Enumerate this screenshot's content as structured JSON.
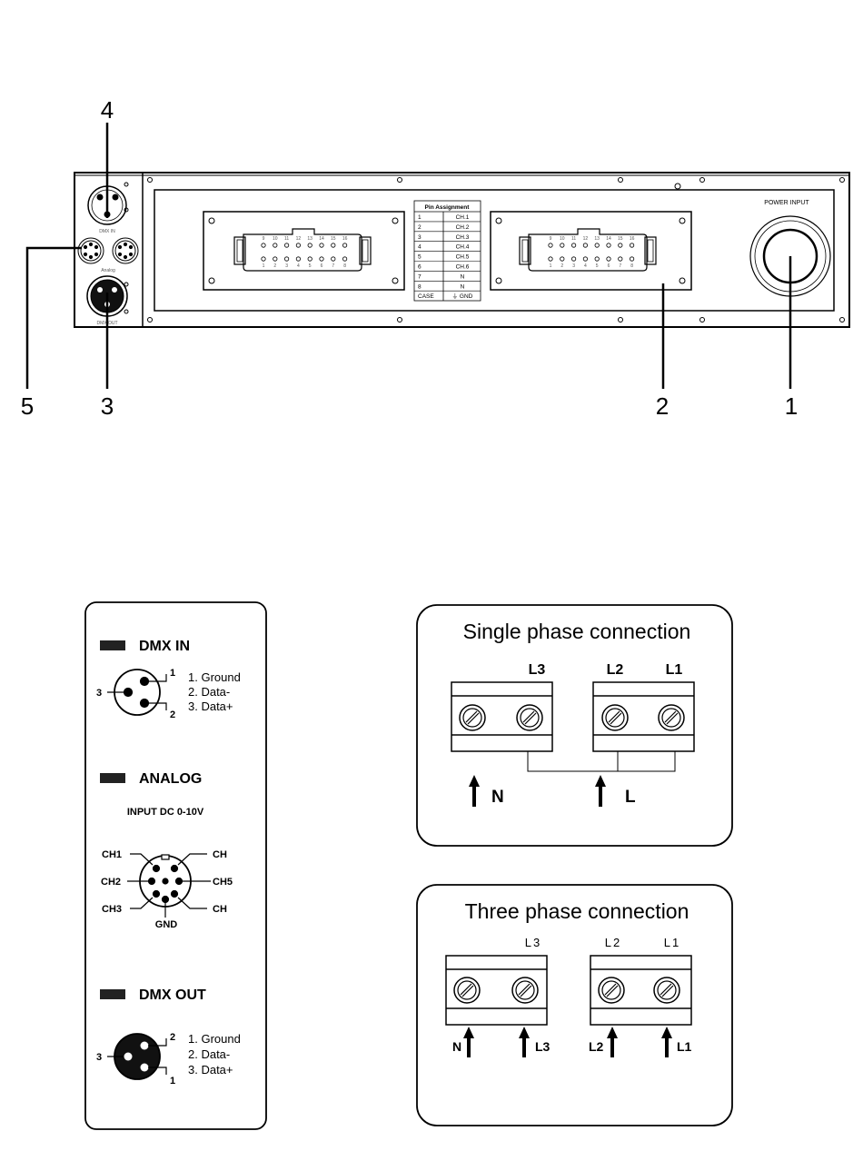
{
  "rear_panel": {
    "callouts": [
      "4",
      "5",
      "3",
      "2",
      "1"
    ],
    "power_input_label": "POWER INPUT",
    "dmx_in_small": "DMX IN",
    "analog_small": "Analog",
    "dmx_out_small": "DMX OUT",
    "connector_pins_top": [
      "9",
      "10",
      "11",
      "12",
      "13",
      "14",
      "15",
      "16"
    ],
    "connector_pins_bottom": [
      "1",
      "2",
      "3",
      "4",
      "5",
      "6",
      "7",
      "8"
    ],
    "pin_table": {
      "title": "Pin Assignment",
      "rows": [
        [
          "1",
          "CH.1"
        ],
        [
          "2",
          "CH.2"
        ],
        [
          "3",
          "CH.3"
        ],
        [
          "4",
          "CH.4"
        ],
        [
          "5",
          "CH.5"
        ],
        [
          "6",
          "CH.6"
        ],
        [
          "7",
          "N"
        ],
        [
          "8",
          "N"
        ],
        [
          "CASE",
          "⏚ GND"
        ]
      ]
    }
  },
  "legend": {
    "dmx_in": {
      "title": "DMX IN",
      "pins": [
        "1. Ground",
        "2. Data-",
        "3. Data+"
      ],
      "nums": [
        "1",
        "2",
        "3"
      ]
    },
    "analog": {
      "title": "ANALOG",
      "subtitle": "INPUT DC 0-10V",
      "labels": [
        "CH1",
        "CH2",
        "CH3",
        "CH",
        "CH5",
        "CH",
        "GND"
      ]
    },
    "dmx_out": {
      "title": "DMX OUT",
      "pins": [
        "1. Ground",
        "2. Data-",
        "3. Data+"
      ],
      "nums": [
        "2",
        "3",
        "1"
      ]
    }
  },
  "single_phase": {
    "title": "Single phase connection",
    "terminals": [
      "L3",
      "L2",
      "L1"
    ],
    "arrows": [
      "N",
      "L"
    ]
  },
  "three_phase": {
    "title": "Three phase connection",
    "terminals": [
      "L3",
      "L2",
      "L1"
    ],
    "arrows": [
      "N",
      "L3",
      "L2",
      "L1"
    ]
  }
}
